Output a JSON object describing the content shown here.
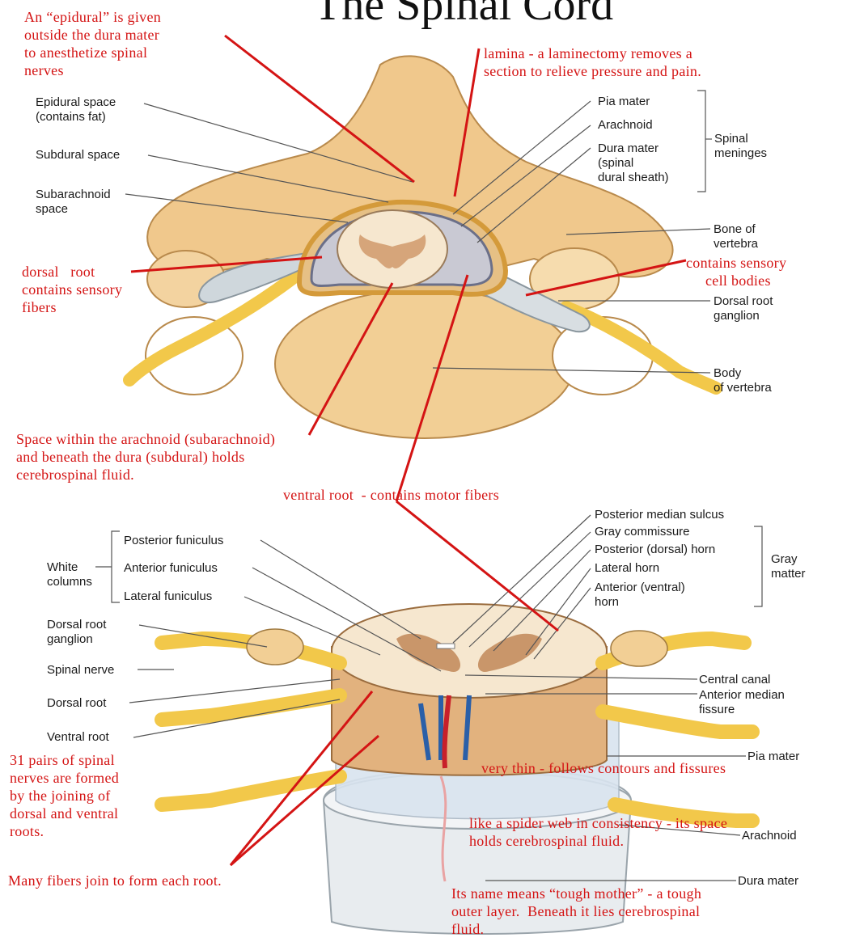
{
  "title": "The Spinal Cord",
  "colors": {
    "annotation_red": "#d41414",
    "bone": "#f0c88c",
    "nerve_yellow": "#f2c84a",
    "gray_matter": "#c9966a",
    "white_matter": "#f6e7cf",
    "vein_blue": "#2a5fa8",
    "artery_red": "#c8202a",
    "dura": "#e8ecef"
  },
  "upper_labels": {
    "epidural_space": "Epidural space\n(contains fat)",
    "subdural_space": "Subdural space",
    "subarachnoid_space": "Subarachnoid\nspace",
    "pia_mater": "Pia mater",
    "arachnoid": "Arachnoid",
    "dura_mater": "Dura mater\n(spinal\ndural sheath)",
    "spinal_meninges": "Spinal\nmeninges",
    "bone_of_vertebra": "Bone of\nvertebra",
    "dorsal_root_ganglion": "Dorsal root\nganglion",
    "body_of_vertebra": "Body\nof vertebra"
  },
  "lower_labels": {
    "posterior_median_sulcus": "Posterior median sulcus",
    "gray_commissure": "Gray commissure",
    "posterior_horn": "Posterior (dorsal) horn",
    "lateral_horn": "Lateral horn",
    "anterior_horn": "Anterior (ventral)\nhorn",
    "gray_matter": "Gray\nmatter",
    "white_columns": "White\ncolumns",
    "posterior_funiculus": "Posterior funiculus",
    "anterior_funiculus": "Anterior funiculus",
    "lateral_funiculus": "Lateral funiculus",
    "dorsal_root_ganglion": "Dorsal root\nganglion",
    "spinal_nerve": "Spinal nerve",
    "dorsal_root": "Dorsal root",
    "ventral_root": "Ventral root",
    "central_canal": "Central canal",
    "anterior_median_fissure": "Anterior median\nfissure",
    "pia_mater": "Pia mater",
    "arachnoid": "Arachnoid",
    "dura_mater": "Dura mater"
  },
  "annotations": {
    "epidural": "An “epidural” is given\noutside the dura mater\nto anesthetize spinal\nnerves",
    "lamina": "lamina - a laminectomy removes a\nsection to relieve pressure and pain.",
    "dorsal_root": "dorsal   root\ncontains sensory\nfibers",
    "sensory_cell_bodies": "contains sensory\n     cell bodies",
    "subarachnoid": "Space within the arachnoid (subarachnoid)\nand beneath the dura (subdural) holds\ncerebrospinal fluid.",
    "ventral_root": "ventral root  - contains motor fibers",
    "pairs": "31 pairs of spinal\nnerves are formed\nby the joining of\ndorsal and ventral\nroots.",
    "pia_thin": "very thin - follows contours and fissures",
    "arachnoid_web": "like a spider web in consistency - its space\nholds cerebrospinal fluid.",
    "many_fibers": "Many fibers join to form each root.",
    "dura_tough": "Its name means “tough mother” - a tough\nouter layer.  Beneath it lies cerebrospinal\nfluid."
  }
}
